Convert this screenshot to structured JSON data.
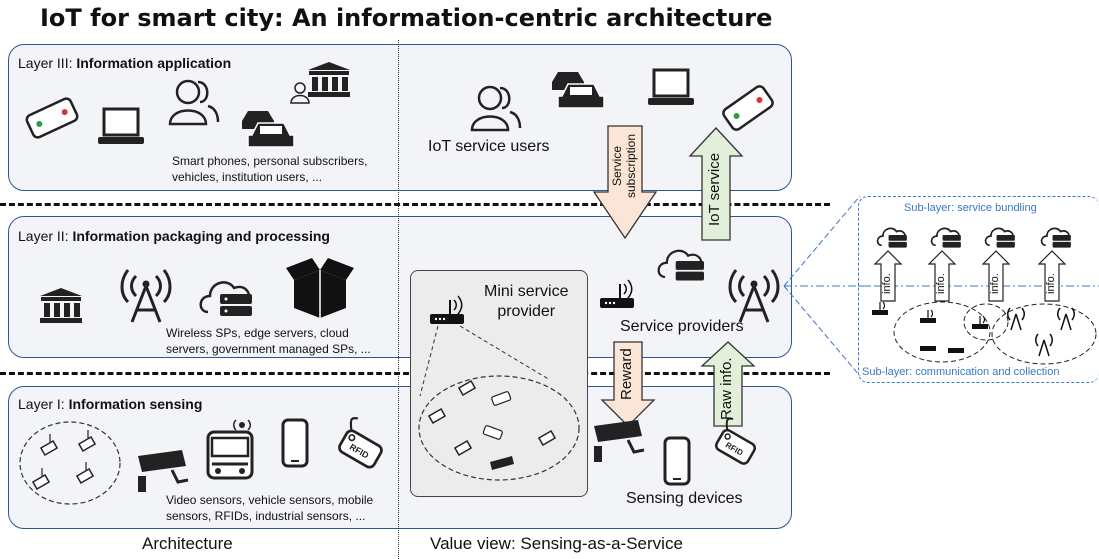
{
  "title": "IoT for smart city: An information-centric architecture",
  "layer3": {
    "prefix": "Layer III: ",
    "name": "Information application",
    "caption_line1": "Smart phones, personal subscribers,",
    "caption_line2": "vehicles, institution users, ..."
  },
  "layer2": {
    "prefix": "Layer II: ",
    "name": "Information packaging and processing",
    "caption_line1": "Wireless SPs, edge servers, cloud",
    "caption_line2": "servers, government managed SPs, ..."
  },
  "layer1": {
    "prefix": "Layer I: ",
    "name": "Information sensing",
    "caption_line1": "Video sensors, vehicle sensors, mobile",
    "caption_line2": "sensors, RFIDs, industrial sensors, ..."
  },
  "value_view": {
    "iot_service_users": "IoT service users",
    "service_subscription_line1": "Service",
    "service_subscription_line2": "subscription",
    "iot_service": "IoT service",
    "mini_sp_line1": "Mini service",
    "mini_sp_line2": "provider",
    "service_providers": "Service providers",
    "reward": "Reward",
    "raw_info": "Raw info.",
    "sensing_devices": "Sensing devices",
    "rfid_tag": "RFID"
  },
  "sublayer": {
    "top": "Sub-layer: service bundling",
    "bottom": "Sub-layer: communication and collection",
    "arrow_label": "info."
  },
  "footer": {
    "left": "Architecture",
    "right": "Value view: Sensing-as-a-Service"
  }
}
